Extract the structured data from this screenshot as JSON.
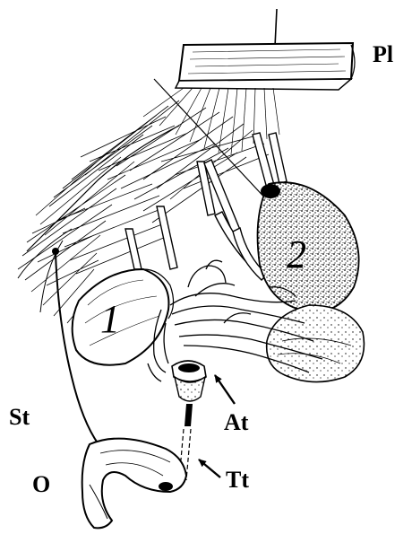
{
  "figure": {
    "labels": {
      "pl": "Pl",
      "st": "St",
      "at": "At",
      "o": "O",
      "tt": "Tt"
    },
    "numbers": {
      "one": "1",
      "two": "2"
    }
  }
}
